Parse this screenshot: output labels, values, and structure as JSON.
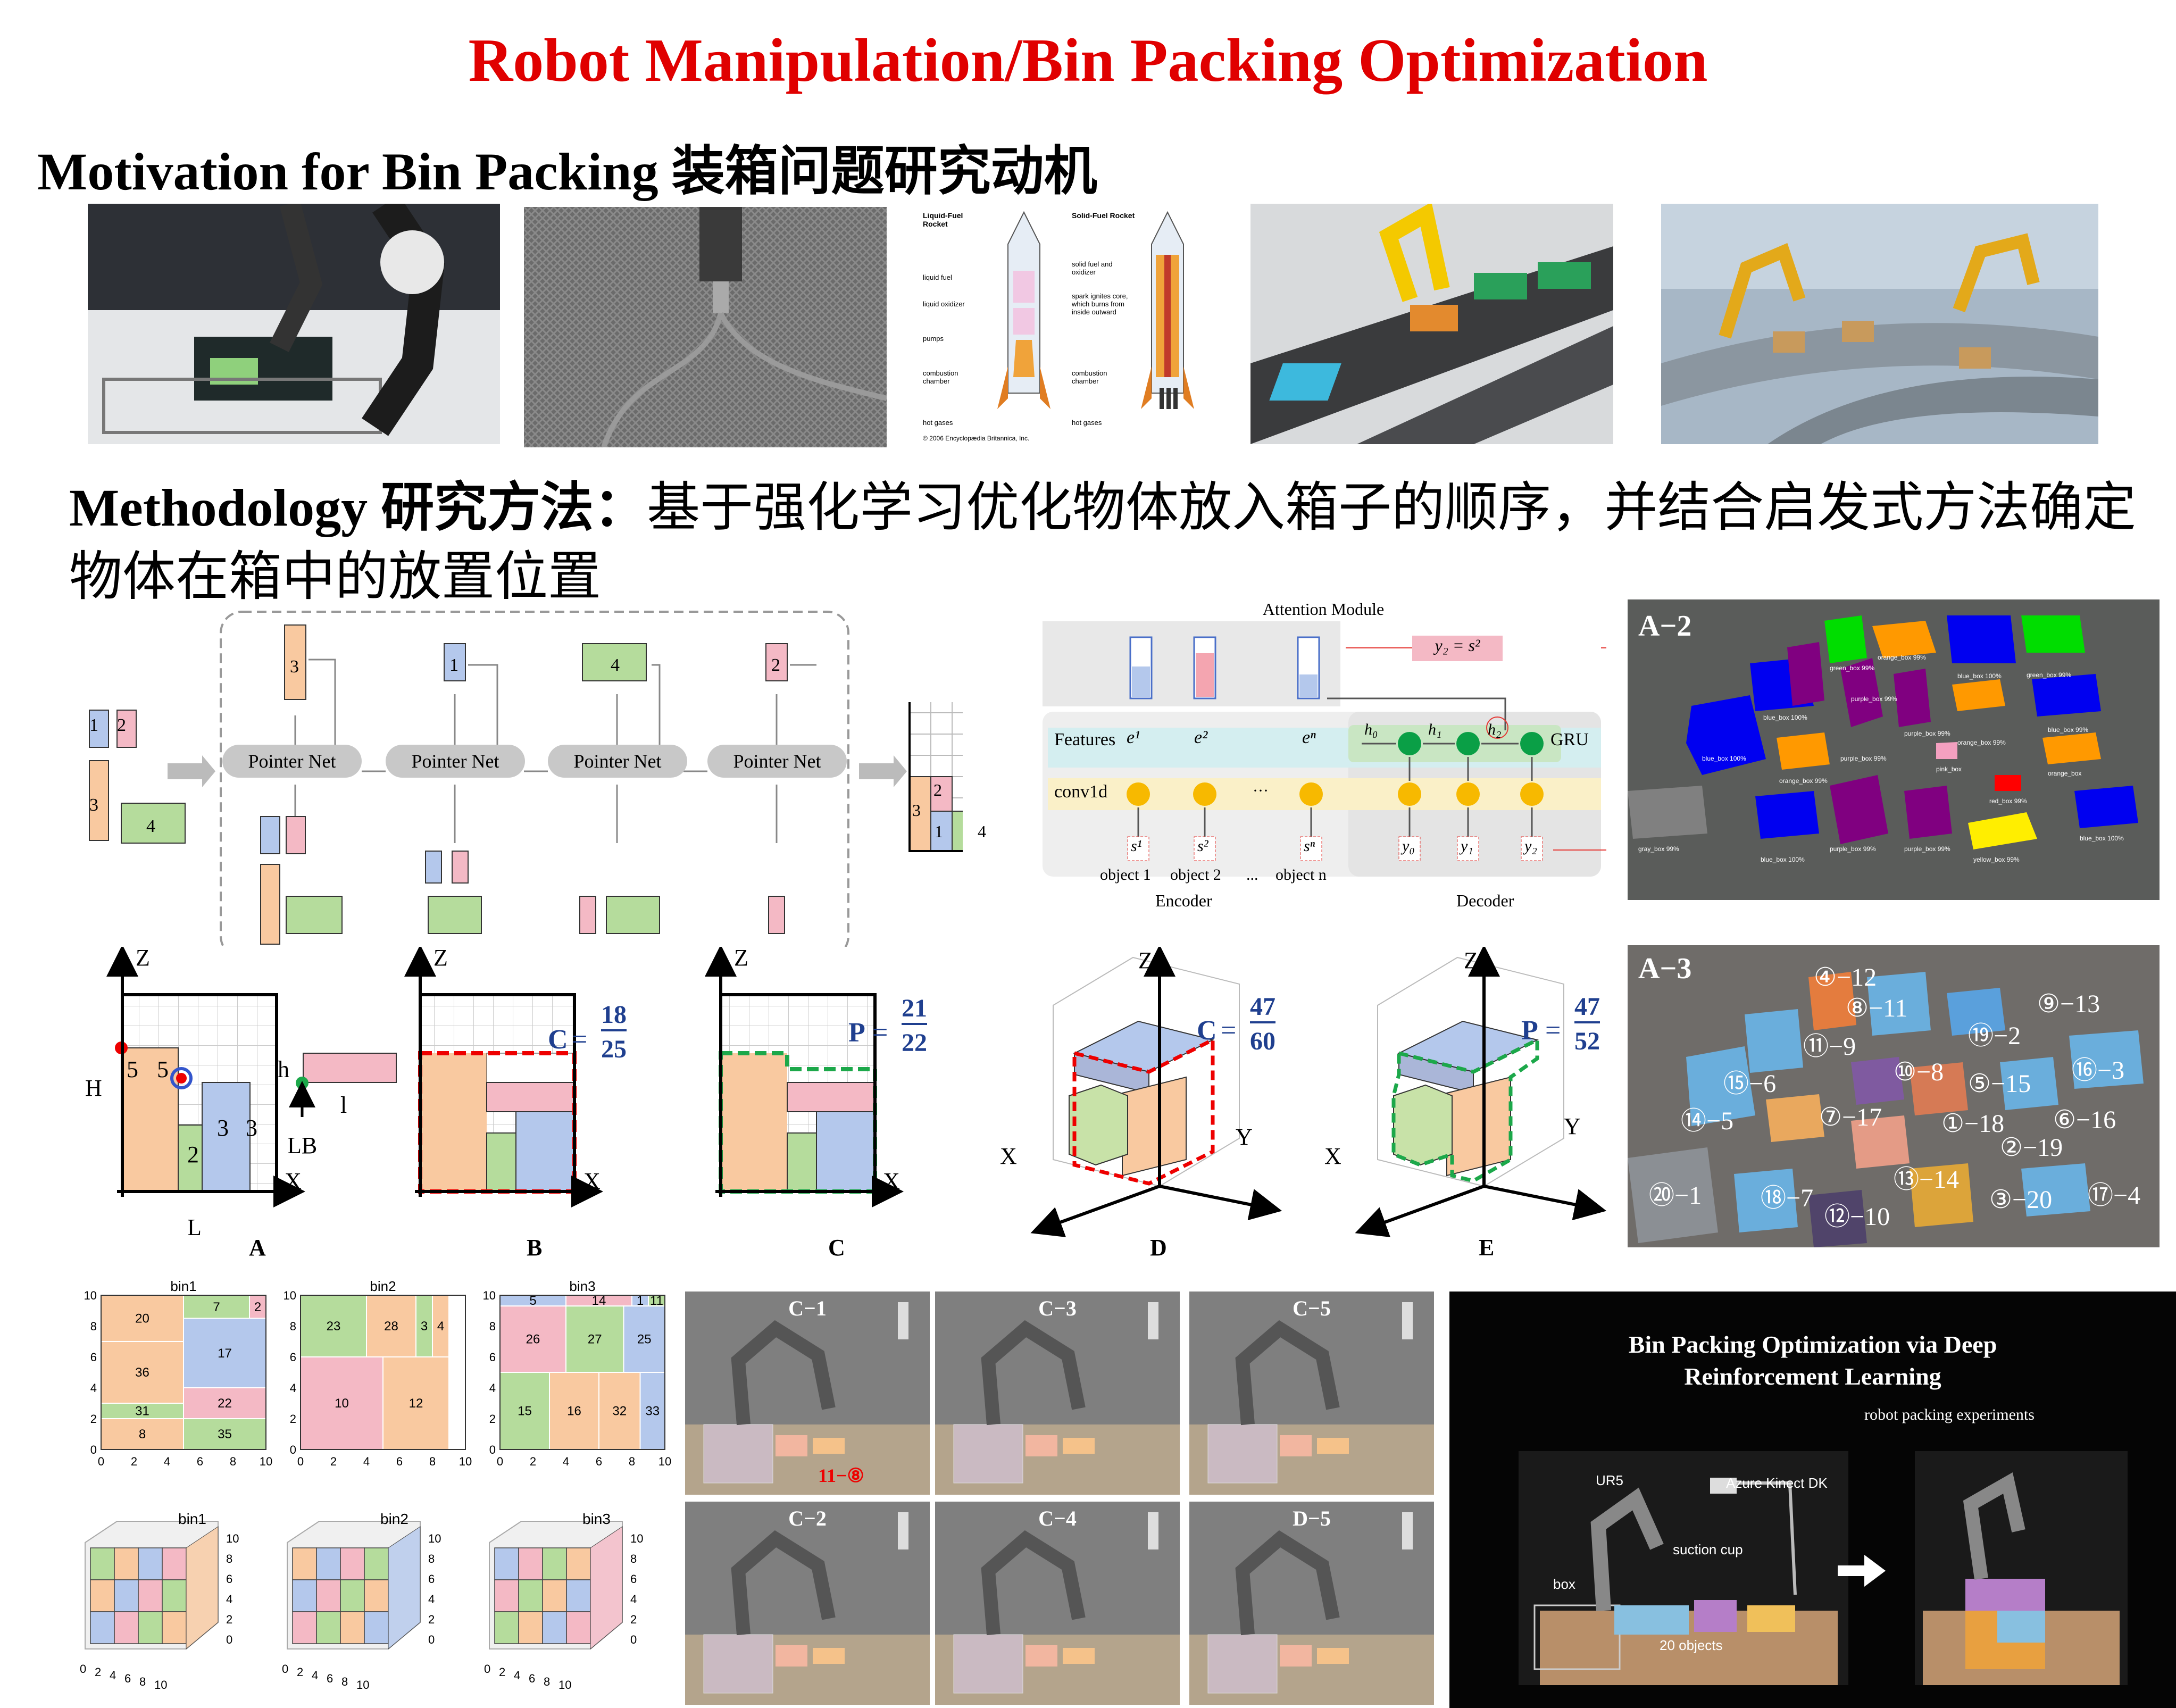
{
  "title": "Robot Manipulation/Bin Packing Optimization",
  "motivation_heading": "Motivation for Bin Packing 装箱问题研究动机",
  "methodology_heading": "Methodology 研究方法：",
  "methodology_text": "基于强化学习优化物体放入箱子的顺序，并结合启发式方法确定物体在箱中的放置位置",
  "rocket": {
    "liquid_title": "Liquid-Fuel Rocket",
    "solid_title": "Solid-Fuel Rocket",
    "liquid_labels": [
      "liquid fuel",
      "liquid oxidizer",
      "pumps",
      "combustion chamber",
      "hot gases"
    ],
    "solid_labels": [
      "solid fuel and oxidizer",
      "spark ignites core, which burns from inside outward",
      "combustion chamber",
      "hot gases"
    ],
    "copyright": "© 2006 Encyclopædia Britannica, Inc."
  },
  "pointer": {
    "node_label": "Pointer Net",
    "outputs": [
      "3",
      "1",
      "4",
      "2"
    ],
    "initial_items": [
      "1",
      "2",
      "3",
      "4"
    ],
    "result_items": [
      "3",
      "2",
      "1",
      "4"
    ]
  },
  "attention": {
    "title": "Attention Module",
    "y2_eq": "y₂ = s²",
    "features_label": "Features",
    "conv_label": "conv1d",
    "gru_label": "GRU",
    "e_labels": [
      "e¹",
      "e²",
      "eⁿ"
    ],
    "h_labels": [
      "h₀",
      "h₁",
      "h₂"
    ],
    "s_labels": [
      "s¹",
      "s²",
      "sⁿ"
    ],
    "y_labels": [
      "y₀",
      "y₁",
      "y₂"
    ],
    "objects": [
      "object 1",
      "object 2",
      "...",
      "object n"
    ],
    "dots": "···",
    "encoder": "Encoder",
    "decoder": "Decoder"
  },
  "detect_label": "A−2",
  "detect_boxes": [
    "green_box 99%",
    "orange_box 99%",
    "blue_box 100%",
    "green_box 99%",
    "purple_box 99%",
    "blue_box 100%",
    "purple_box 99%",
    "orange_box 99%",
    "blue_box 99%",
    "blue_box 100%",
    "purple_box 99%",
    "orange_box 99%",
    "pink_box",
    "orange_box",
    "red_box 99%",
    "gray_box 99%",
    "blue_box 100%",
    "purple_box 99%",
    "purple_box 99%",
    "yellow_box 99%",
    "blue_box 100%"
  ],
  "order_label": "A−3",
  "order_tags": [
    "④−12",
    "⑧−11",
    "⑨−13",
    "⑪−9",
    "⑲−2",
    "⑮−6",
    "⑩−8",
    "⑤−15",
    "⑯−3",
    "⑭−5",
    "⑦−17",
    "①−18",
    "⑥−16",
    "②−19",
    "⑳−1",
    "⑱−7",
    "⑬−14",
    "③−20",
    "⑫−10",
    "⑰−4"
  ],
  "heuristics": {
    "labels": [
      "A",
      "B",
      "C",
      "D",
      "E"
    ],
    "axis": {
      "z": "Z",
      "x": "X",
      "y": "Y"
    },
    "a_extra": {
      "h": "H",
      "l": "L",
      "h_small": "h",
      "l_small": "l",
      "lb": "LB"
    },
    "a_nums": [
      "5",
      "5",
      "2",
      "3",
      "3"
    ],
    "b_eq": {
      "var": "C",
      "num": "18",
      "den": "25"
    },
    "c_eq": {
      "var": "P",
      "num": "21",
      "den": "22"
    },
    "d_eq": {
      "var": "C",
      "num": "47",
      "den": "60"
    },
    "e_eq": {
      "var": "P",
      "num": "47",
      "den": "52"
    }
  },
  "bins2d": [
    {
      "name": "bin1",
      "items": [
        [
          "20",
          0,
          5,
          7,
          10,
          "#f9c9a0"
        ],
        [
          "36",
          0,
          5,
          3,
          7,
          "#f9c9a0"
        ],
        [
          "31",
          0,
          5,
          2,
          3,
          "#b5dc9c"
        ],
        [
          "8",
          0,
          5,
          0,
          2,
          "#f9c9a0"
        ],
        [
          "7",
          5,
          9,
          8.5,
          10,
          "#b5dc9c"
        ],
        [
          "2",
          9,
          10,
          8.5,
          10,
          "#f4b9c5"
        ],
        [
          "17",
          5,
          10,
          4,
          8.5,
          "#b4c8ec"
        ],
        [
          "22",
          5,
          10,
          2,
          4,
          "#f4b9c5"
        ],
        [
          "35",
          5,
          10,
          0,
          2,
          "#b5dc9c"
        ]
      ]
    },
    {
      "name": "bin2",
      "items": [
        [
          "23",
          0,
          4,
          6,
          10,
          "#b5dc9c"
        ],
        [
          "28",
          4,
          7,
          6,
          10,
          "#f9c9a0"
        ],
        [
          "3",
          7,
          8,
          6,
          10,
          "#b5dc9c"
        ],
        [
          "4",
          8,
          9,
          6,
          10,
          "#f9c9a0"
        ],
        [
          "10",
          0,
          5,
          0,
          6,
          "#f4b9c5"
        ],
        [
          "12",
          5,
          9,
          0,
          6,
          "#f9c9a0"
        ]
      ]
    },
    {
      "name": "bin3",
      "items": [
        [
          "5",
          0,
          4,
          9.3,
          10,
          "#b4c8ec"
        ],
        [
          "14",
          4,
          8,
          9.3,
          10,
          "#f4b9c5"
        ],
        [
          "1",
          8,
          9,
          9.3,
          10,
          "#b4c8ec"
        ],
        [
          "11",
          9,
          10,
          9.3,
          10,
          "#b5dc9c"
        ],
        [
          "26",
          0,
          4,
          5,
          9.3,
          "#f4b9c5"
        ],
        [
          "27",
          4,
          7.5,
          5,
          9.3,
          "#b5dc9c"
        ],
        [
          "25",
          7.5,
          10,
          5,
          9.3,
          "#b4c8ec"
        ],
        [
          "15",
          0,
          3,
          0,
          5,
          "#b5dc9c"
        ],
        [
          "16",
          3,
          6,
          0,
          5,
          "#f9c9a0"
        ],
        [
          "32",
          6,
          8.5,
          0,
          5,
          "#f9c9a0"
        ],
        [
          "33",
          8.5,
          10,
          0,
          5,
          "#b4c8ec"
        ]
      ]
    }
  ],
  "axis2d_ticks": [
    "0",
    "2",
    "4",
    "6",
    "8",
    "10"
  ],
  "bins3d": [
    "bin1",
    "bin2",
    "bin3"
  ],
  "axis3d_ticks": [
    "0",
    "2",
    "4",
    "6",
    "8",
    "10"
  ],
  "robot_frames": [
    "C−1",
    "C−3",
    "C−5",
    "C−2",
    "C−4",
    "D−5"
  ],
  "frame_annotation": "11−⑧",
  "video": {
    "title": "Bin Packing Optimization via Deep Reinforcement Learning",
    "subtitle": "robot packing experiments",
    "labels": [
      "UR5",
      "Azure Kinect DK",
      "suction cup",
      "box",
      "20 objects"
    ]
  }
}
